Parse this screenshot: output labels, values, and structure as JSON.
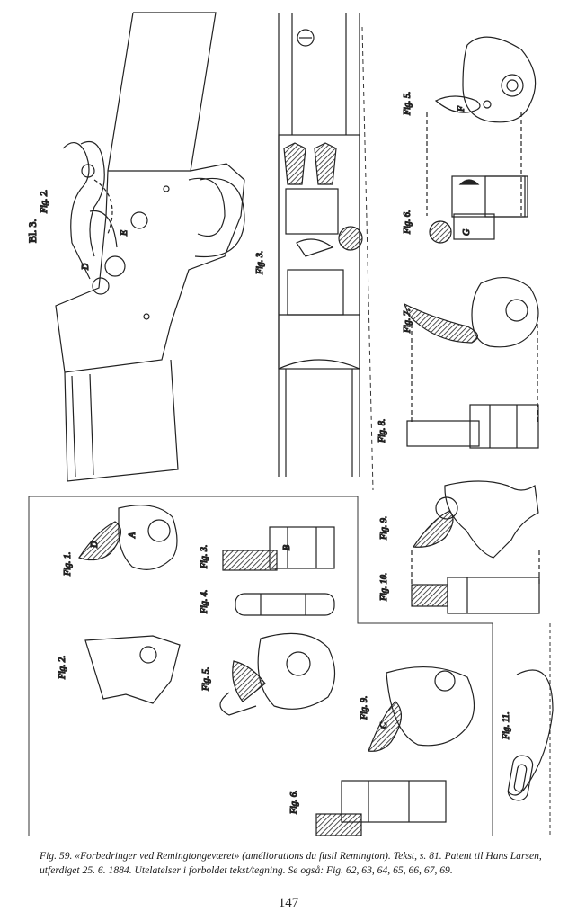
{
  "plate": {
    "id": "Bl. 3.",
    "upper_figures": [
      "Fig. 2.",
      "Fig. 3.",
      "Fig. 5.",
      "Fig. 6.",
      "Fig. 7.",
      "Fig. 8.",
      "Fig. 9.",
      "Fig. 10."
    ],
    "lower_figures": [
      "Fig. 1.",
      "Fig. 2.",
      "Fig. 3.",
      "Fig. 4.",
      "Fig. 5.",
      "Fig. 6.",
      "Fig. 9.",
      "Fig. 11."
    ],
    "part_letters": {
      "D": "D",
      "E": "E",
      "A": "A",
      "B": "B",
      "C": "C",
      "F": "F",
      "G": "G"
    }
  },
  "caption": "Fig. 59. «Forbedringer ved Remingtongeværet» (améliorations du fusil Remington). Tekst, s. 81. Patent til Hans Larsen, utferdiget 25. 6. 1884. Utelatelser i forboldet tekst/tegning. Se også: Fig. 62, 63, 64, 65, 66, 67, 69.",
  "page_number": "147"
}
